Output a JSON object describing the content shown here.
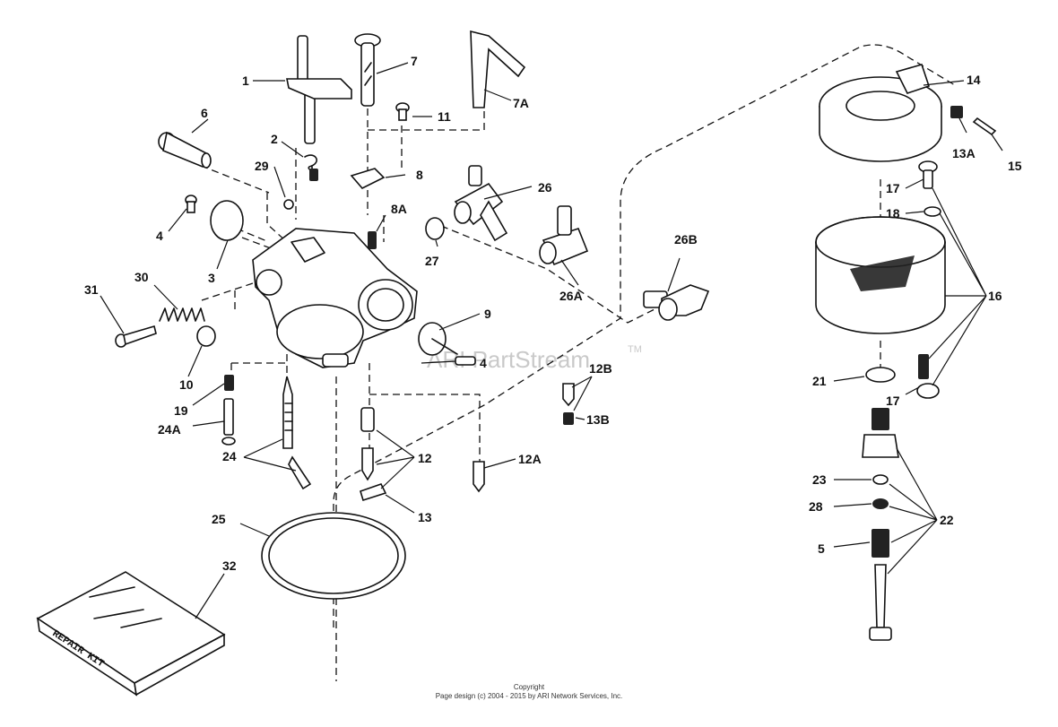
{
  "watermark": {
    "text": "ARI PartStream",
    "tm": "TM"
  },
  "repair_kit_text": "REPAIR KIT",
  "footer": {
    "copyright": "Copyright",
    "line": "Page design (c) 2004 - 2015 by ARI Network Services, Inc."
  },
  "callouts": [
    "1",
    "2",
    "3",
    "4",
    "4",
    "5",
    "6",
    "7",
    "7A",
    "8",
    "8A",
    "9",
    "10",
    "11",
    "12",
    "12A",
    "12B",
    "13",
    "13A",
    "13B",
    "14",
    "15",
    "16",
    "17",
    "17",
    "18",
    "19",
    "21",
    "22",
    "23",
    "24",
    "24A",
    "25",
    "26",
    "26A",
    "26B",
    "27",
    "28",
    "29",
    "30",
    "31",
    "32"
  ]
}
